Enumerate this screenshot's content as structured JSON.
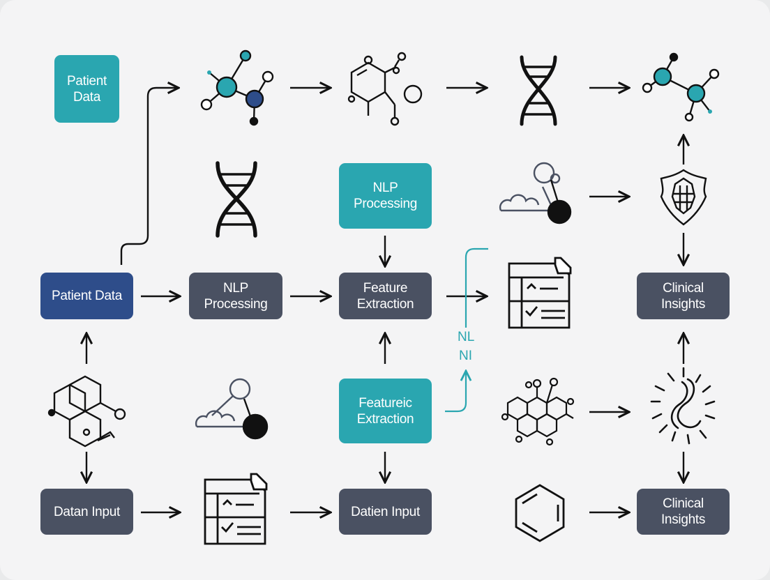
{
  "nodes": {
    "patient_data_top": "Patient\nData",
    "nlp_processing_top": "NLP\nProcessing",
    "patient_data_mid": "Patient Data",
    "nlp_processing_mid": "NLP\nProcessing",
    "feature_extraction_mid": "Feature\nExtraction",
    "clinical_insights_mid": "Clinical\nInsights",
    "featureic_extraction": "Featureic\nExtraction",
    "datan_input": "Datan Input",
    "datien_input": "Datien Input",
    "clinical_insights_bottom": "Clinical\nInsights"
  },
  "side_labels": {
    "nl": "NL",
    "ni": "NI"
  },
  "colors": {
    "teal": "#2aa6b0",
    "slate": "#4a5162",
    "navy": "#2e4d8a",
    "ink": "#111111"
  },
  "icons": [
    "molecule-network-icon",
    "chemical-structure-icon",
    "dna-icon",
    "cloud-node-icon",
    "shield-grid-icon",
    "document-checklist-icon",
    "hexagon-molecule-icon",
    "neuron-burst-icon",
    "benzene-ring-icon"
  ]
}
